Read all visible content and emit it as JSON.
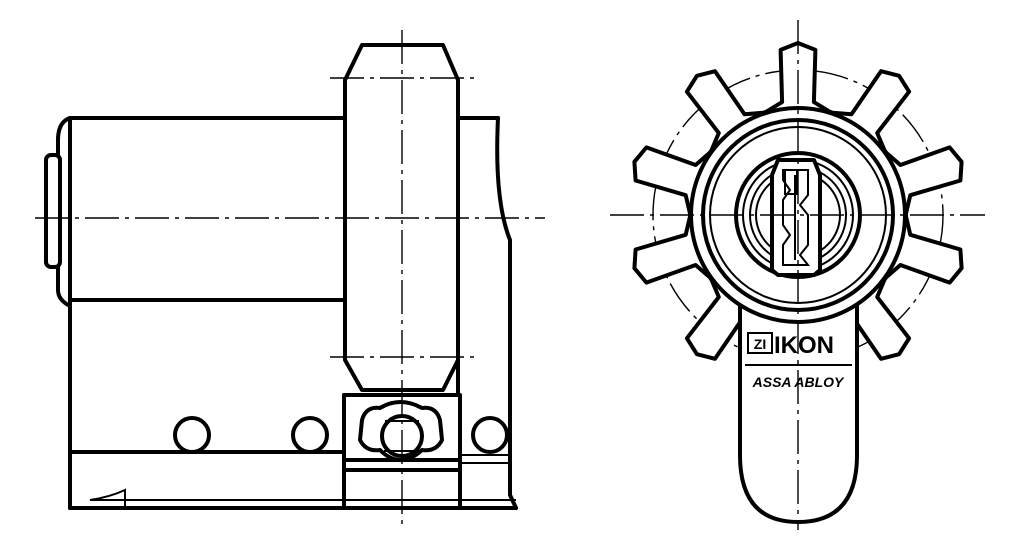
{
  "brand": {
    "logo_text": "IKON",
    "logo_mark": "ZI",
    "company": "ASSA ABLOY"
  }
}
